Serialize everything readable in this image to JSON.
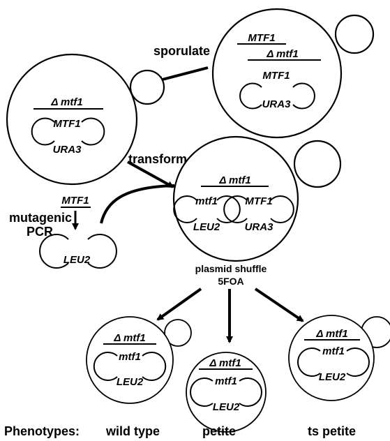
{
  "labels": {
    "sporulate": "sporulate",
    "transform": "transform",
    "mutagenic": "mutagenic",
    "pcr": "PCR",
    "plasmid_shuffle": "plasmid shuffle",
    "five_foa": "5FOA"
  },
  "genes": {
    "mtf1_wt": "MTF1",
    "mtf1_mut": "mtf1",
    "delta_mtf1": "Δ mtf1",
    "ura3": "URA3",
    "leu2": "LEU2"
  },
  "phenotypes": {
    "heading": "Phenotypes:",
    "wild_type": "wild type",
    "petite": "petite",
    "ts_petite": "ts petite"
  }
}
